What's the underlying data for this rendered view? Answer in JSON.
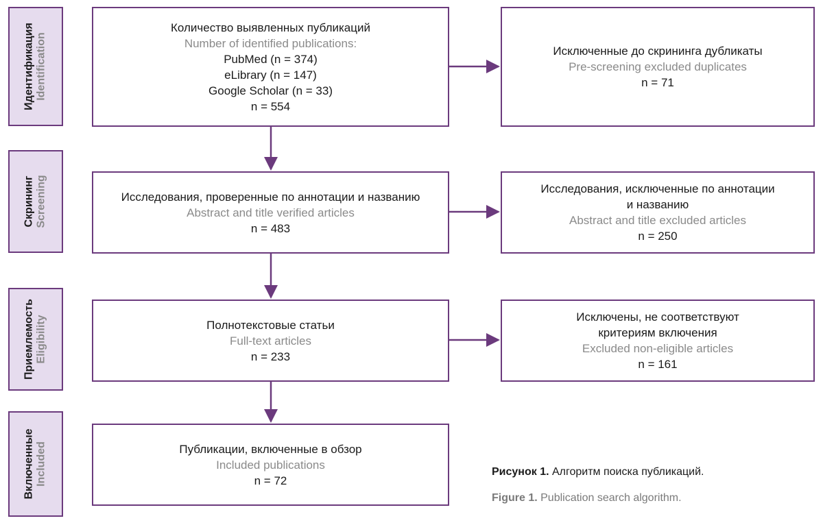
{
  "stages": {
    "identification": {
      "ru": "Идентификация",
      "en": "Identification"
    },
    "screening": {
      "ru": "Скрининг",
      "en": "Screening"
    },
    "eligibility": {
      "ru": "Приемлемость",
      "en": "Eligibility"
    },
    "included": {
      "ru": "Включенные",
      "en": "Included"
    }
  },
  "boxes": {
    "identified": {
      "ru": "Количество выявленных публикаций",
      "en": "Number of identified publications:",
      "sources": [
        "PubMed (n = 374)",
        "eLibrary (n = 147)",
        "Google Scholar (n = 33)"
      ],
      "n": "n = 554"
    },
    "duplicates": {
      "ru": "Исключенные до скрининга дубликаты",
      "en": "Pre-screening excluded duplicates",
      "n": "n = 71"
    },
    "screened": {
      "ru": "Исследования, проверенные по аннотации и названию",
      "en": "Abstract and title verified articles",
      "n": "n = 483"
    },
    "screen_excluded": {
      "ru_line1": "Исследования, исключенные по аннотации",
      "ru_line2": "и названию",
      "en": "Abstract and title excluded articles",
      "n": "n = 250"
    },
    "fulltext": {
      "ru": "Полнотекстовые статьи",
      "en": "Full-text articles",
      "n": "n = 233"
    },
    "not_eligible": {
      "ru_line1": "Исключены, не соответствуют",
      "ru_line2": "критериям включения",
      "en": "Excluded non-eligible articles",
      "n": "n = 161"
    },
    "included": {
      "ru": "Публикации, включенные в обзор",
      "en": "Included publications",
      "n": "n = 72"
    }
  },
  "caption": {
    "ru_label": "Рисунок 1.",
    "ru_text": " Алгоритм поиска публикаций.",
    "en_label": "Figure 1.",
    "en_text": " Publication search algorithm."
  },
  "colors": {
    "accent": "#6b3a7d",
    "stage_fill": "#e6dcee",
    "secondary_text": "#8a8a8a"
  }
}
